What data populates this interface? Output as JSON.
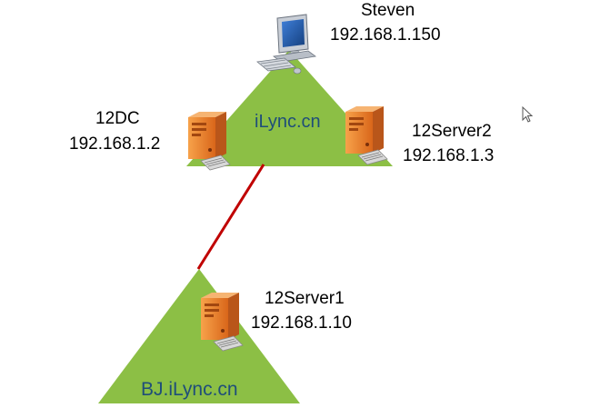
{
  "nodes": {
    "steven": {
      "name": "Steven",
      "ip": "192.168.1.150"
    },
    "dc": {
      "name": "12DC",
      "ip": "192.168.1.2"
    },
    "server2": {
      "name": "12Server2",
      "ip": "192.168.1.3"
    },
    "server1": {
      "name": "12Server1",
      "ip": "192.168.1.10"
    }
  },
  "domains": {
    "top": {
      "label": "iLync.cn"
    },
    "bottom": {
      "label": "BJ.iLync.cn"
    }
  },
  "colors": {
    "domain_fill": "#8cbf45",
    "link": "#c00000",
    "server_orange": "#f08a24"
  },
  "icons": {
    "workstation": "computer-icon",
    "server": "server-icon",
    "pointer": "mouse-cursor-icon"
  }
}
